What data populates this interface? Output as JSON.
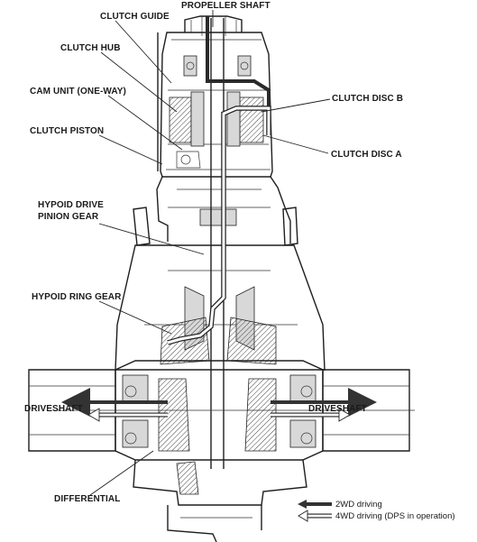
{
  "labels": {
    "propeller_shaft": "PROPELLER SHAFT",
    "clutch_guide": "CLUTCH GUIDE",
    "clutch_hub": "CLUTCH HUB",
    "cam_unit": "CAM UNIT (ONE-WAY)",
    "clutch_piston": "CLUTCH PISTON",
    "clutch_disc_b": "CLUTCH DISC B",
    "clutch_disc_a": "CLUTCH DISC A",
    "hypoid_drive_line1": "HYPOID DRIVE",
    "hypoid_drive_line2": "PINION GEAR",
    "hypoid_ring_gear": "HYPOID RING GEAR",
    "driveshaft_left": "DRIVESHAFT",
    "driveshaft_right": "DRIVESHAFT",
    "differential": "DIFFERENTIAL"
  },
  "legend": {
    "two_wd": "2WD driving",
    "four_wd": "4WD driving (DPS in operation)"
  },
  "colors": {
    "line": "#222222",
    "flow_2wd": "#333333",
    "flow_4wd": "#ffffff"
  }
}
